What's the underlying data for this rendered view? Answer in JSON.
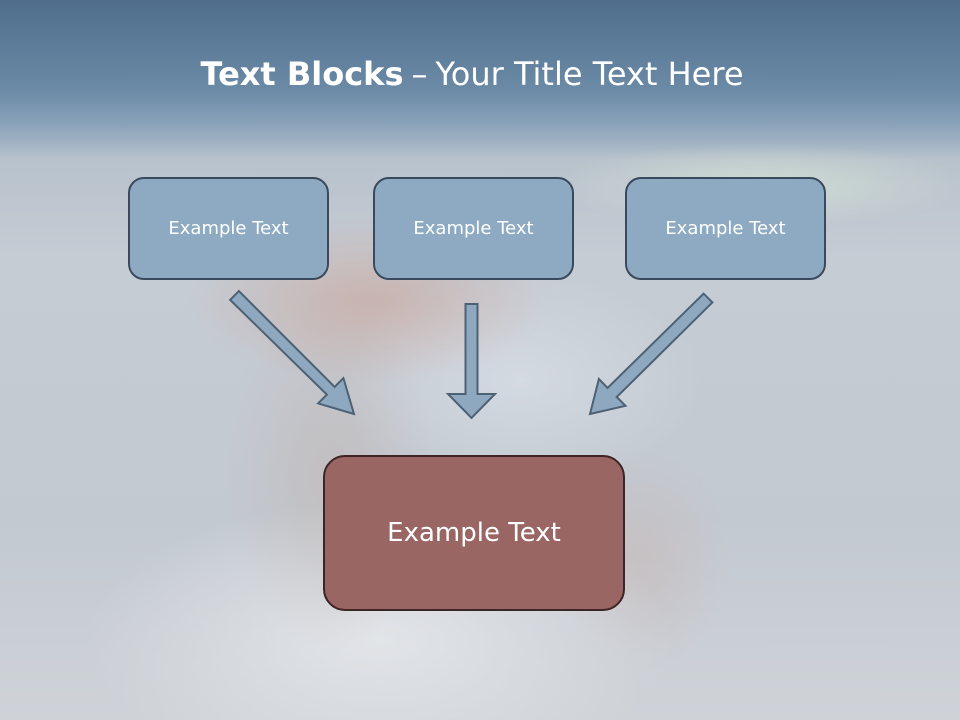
{
  "title": {
    "bold": "Text Blocks",
    "dash": "–",
    "rest": "Your Title Text Here"
  },
  "blocks": [
    {
      "label": "Example Text"
    },
    {
      "label": "Example Text"
    },
    {
      "label": "Example Text"
    }
  ],
  "target": {
    "label": "Example Text"
  },
  "colors": {
    "block_fill": "#8eaac2",
    "block_border": "#3a4a5c",
    "target_fill": "#9a6664",
    "target_border": "#3e2424",
    "arrow_fill": "#8ea8bf",
    "title_text": "#ffffff"
  }
}
